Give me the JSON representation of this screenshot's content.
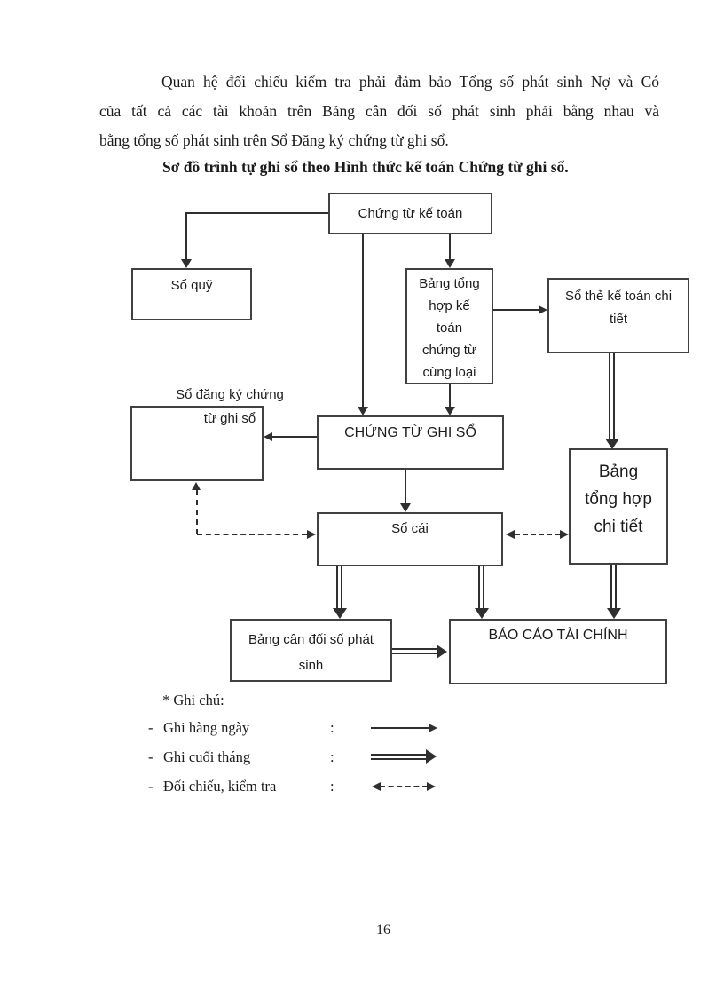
{
  "page": {
    "number": "16"
  },
  "colors": {
    "ink": "#1b1b1b",
    "border": "#414141",
    "arrow": "#2f2f2f",
    "background": "#ffffff"
  },
  "paragraph": {
    "line1": "Quan hệ đối chiếu kiểm tra phải đảm bảo Tổng số phát sinh Nợ và Có",
    "line2": "của tất cả các tài khoản trên Bảng cân đối số phát sinh phải bằng nhau và",
    "line3": "bằng tổng số phát sinh trên Sổ Đăng ký chứng từ ghi sổ."
  },
  "title": "Sơ đồ trình tự ghi sổ theo Hình thức kế toán Chứng từ ghi sổ.",
  "diagram": {
    "boxes": {
      "chung_tu_ke_toan": {
        "label": "Chứng từ kế toán"
      },
      "so_quy": {
        "label": "Sổ quỹ"
      },
      "bang_tong_hop_kt": {
        "lines": [
          "Bảng tổng",
          "hợp kế",
          "toán",
          "chứng từ",
          "cùng loại"
        ]
      },
      "so_the_kt": {
        "lines": [
          "Sổ thẻ kế toán chi",
          "tiết"
        ]
      },
      "so_dang_ky": {
        "lines": [
          "Sổ đăng ký chứng",
          "từ ghi sổ"
        ]
      },
      "chung_tu_ghi_so": {
        "label": "CHỨNG TỪ GHI SỔ"
      },
      "bang_tong_hop_ct": {
        "lines": [
          "Bảng",
          "tổng hợp",
          "chi tiết"
        ]
      },
      "so_cai": {
        "label": "Sổ cái"
      },
      "bang_can_doi": {
        "lines": [
          "Bảng cân đối số phát",
          "sinh"
        ]
      },
      "bao_cao": {
        "label": "BÁO CÁO TÀI CHÍNH"
      }
    },
    "legend": {
      "heading": "* Ghi chú:",
      "items": [
        {
          "dash": "-",
          "label": "Ghi hàng ngày",
          "colon": ":",
          "arrow_icon": "solid-arrow"
        },
        {
          "dash": "-",
          "label": "Ghi cuối tháng",
          "colon": ":",
          "arrow_icon": "double-line-arrow"
        },
        {
          "dash": "-",
          "label": "Đối chiếu, kiểm tra",
          "colon": ":",
          "arrow_icon": "dashed-両-arrow"
        }
      ]
    }
  }
}
